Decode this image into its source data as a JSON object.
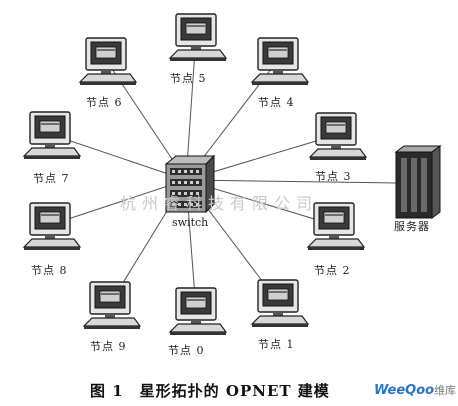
{
  "hub": {
    "label": "switch"
  },
  "server": {
    "label": "服务器"
  },
  "nodes": [
    {
      "label": "节点 0"
    },
    {
      "label": "节点 1"
    },
    {
      "label": "节点 2"
    },
    {
      "label": "节点 3"
    },
    {
      "label": "节点 4"
    },
    {
      "label": "节点 5"
    },
    {
      "label": "节点 6"
    },
    {
      "label": "节点 7"
    },
    {
      "label": "节点 8"
    },
    {
      "label": "节点 9"
    }
  ],
  "watermark": "杭州睿科技有限公司",
  "caption": "图 1　星形拓扑的 OPNET 建模",
  "logo": {
    "brand": "WeeQoo",
    "suffix": "维库"
  }
}
